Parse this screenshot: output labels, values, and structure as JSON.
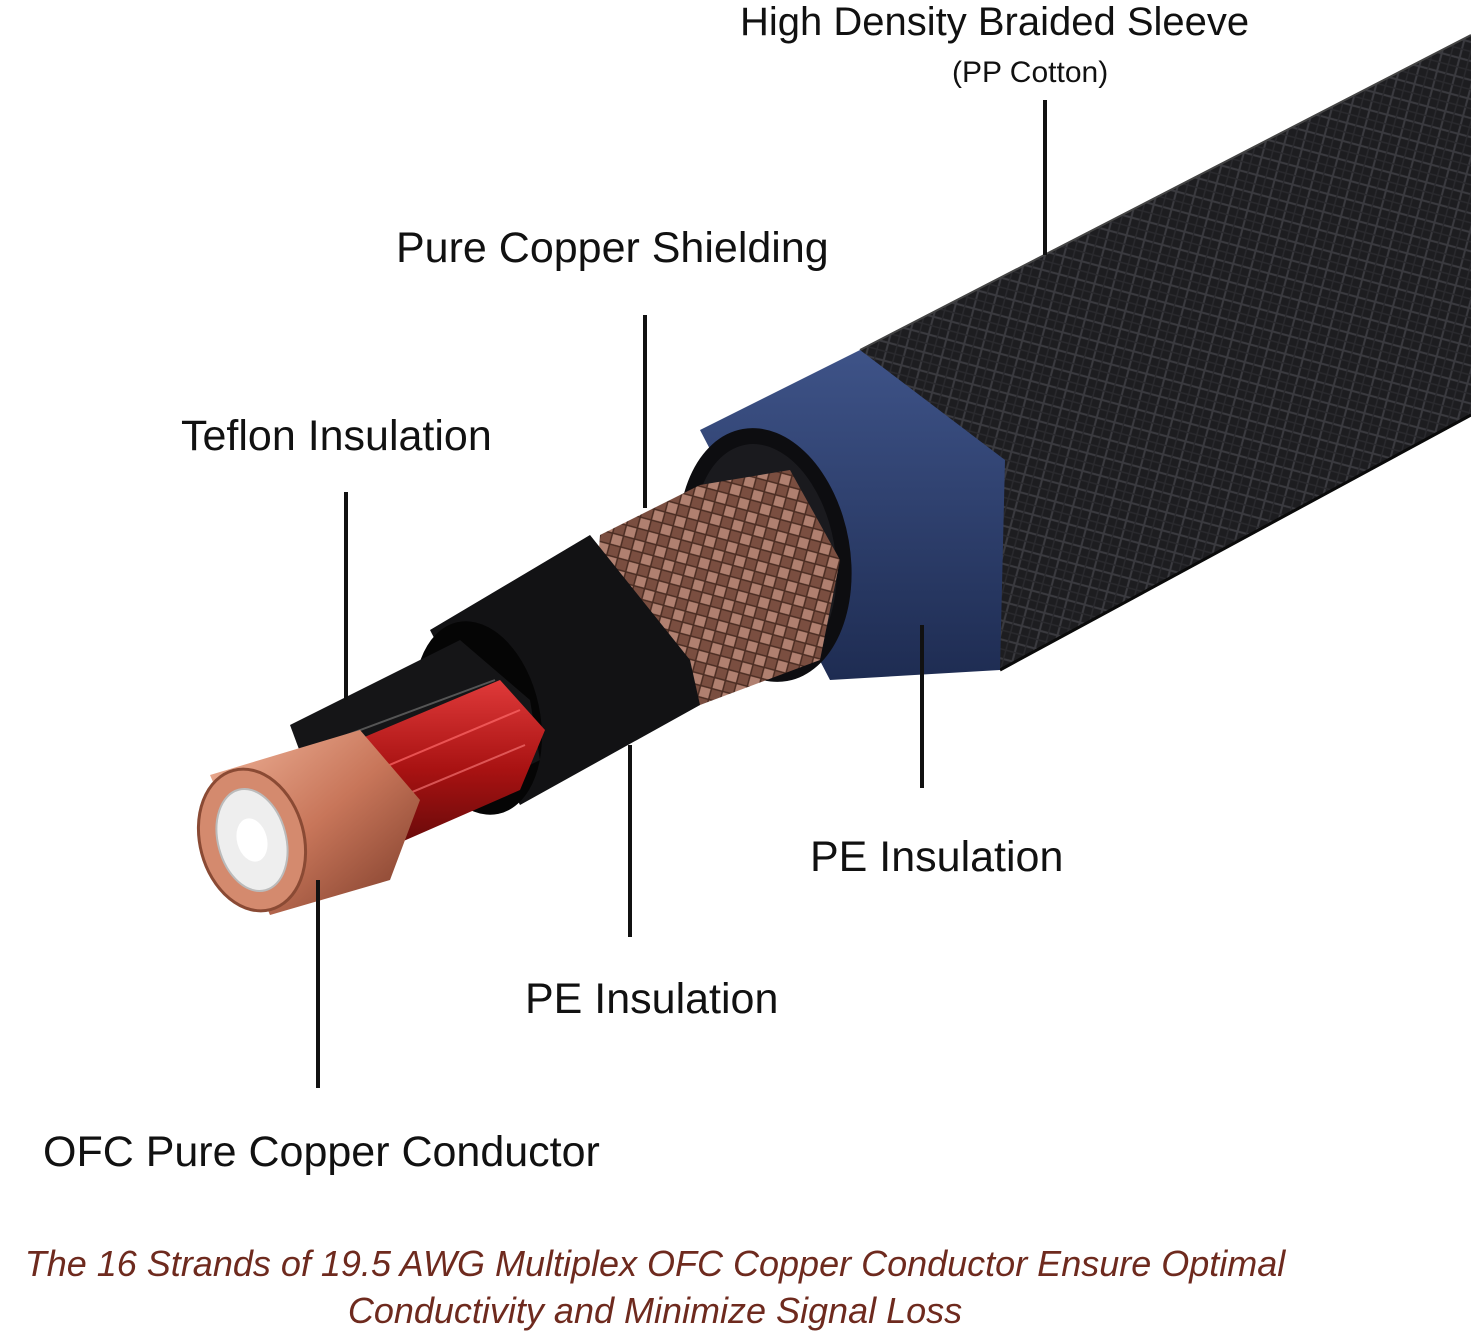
{
  "labels": {
    "sleeve": "High Density Braided Sleeve",
    "sleeve_sub": "(PP Cotton)",
    "shielding": "Pure Copper Shielding",
    "teflon": "Teflon Insulation",
    "pe_outer": "PE Insulation",
    "pe_inner": "PE Insulation",
    "conductor": "OFC Pure Copper Conductor"
  },
  "caption": {
    "line1": "The 16 Strands of 19.5 AWG Multiplex OFC Copper Conductor Ensure Optimal",
    "line2": "Conductivity and Minimize Signal Loss"
  },
  "colors": {
    "sleeve": "#1c1c1e",
    "pe_blue": "#2c3f6e",
    "shield_copper": "#8a5a4a",
    "pe_black": "#111111",
    "teflon_red": "#b01818",
    "copper": "#c8765a",
    "caption": "#6e2a1e"
  }
}
